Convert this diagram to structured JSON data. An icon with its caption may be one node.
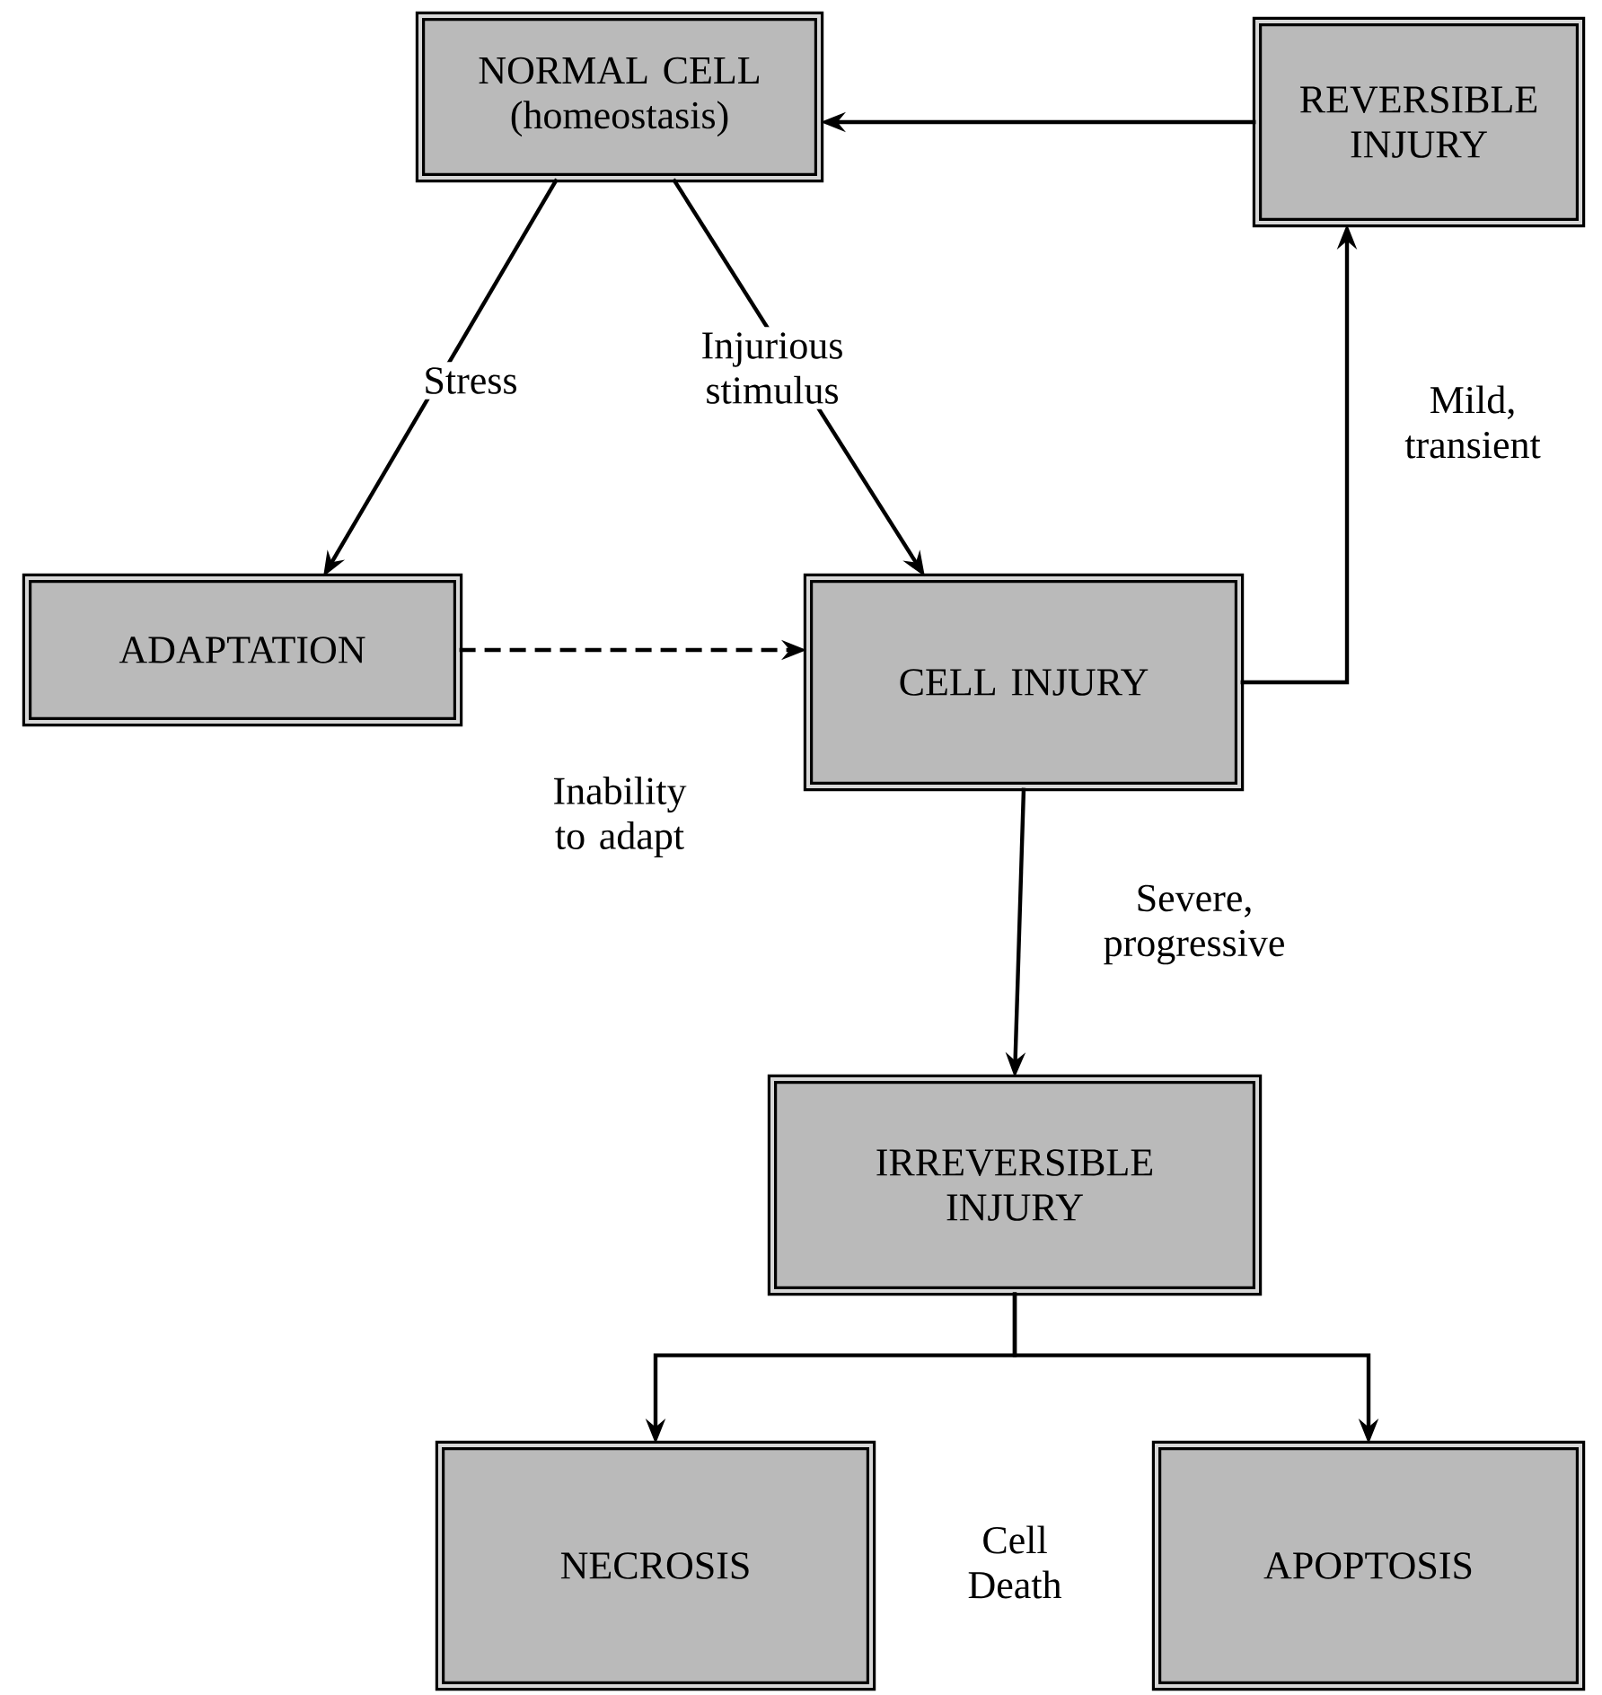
{
  "diagram": {
    "nodes": [
      {
        "text": [
          "NORMAL CELL (homeostasis)"
        ]
      },
      {
        "text": [
          "REVERSIBLE INJURY"
        ]
      },
      {
        "text": [
          "ADAPTATION"
        ]
      },
      {
        "text": [
          "CELL INJURY"
        ]
      },
      {
        "text": [
          "IRREVERSIBLE INJURY"
        ]
      },
      {
        "text": [
          "NECROSIS"
        ]
      },
      {
        "text": [
          "APOPTOSIS"
        ]
      }
    ],
    "edges": [
      {
        "from": 1,
        "to": 0,
        "arrow": "to"
      },
      {
        "from": 0,
        "to": 2,
        "arrow": "to",
        "label": "Stress"
      },
      {
        "from": 0,
        "to": 3,
        "arrow": "to",
        "label": "Injurious stimulus"
      },
      {
        "from": 2,
        "to": 3,
        "arrow": "to",
        "style": "dashed",
        "label": "Inability to adapt"
      },
      {
        "from": 3,
        "to": 1,
        "arrow": "to",
        "label": "Mild, transient"
      },
      {
        "from": 3,
        "to": 4,
        "arrow": "to",
        "label": "Severe, progressive"
      },
      {
        "from": 4,
        "to": 5,
        "arrow": "to"
      },
      {
        "from": 4,
        "to": 6,
        "arrow": "to"
      }
    ],
    "labels": [
      "Cell Death"
    ]
  }
}
